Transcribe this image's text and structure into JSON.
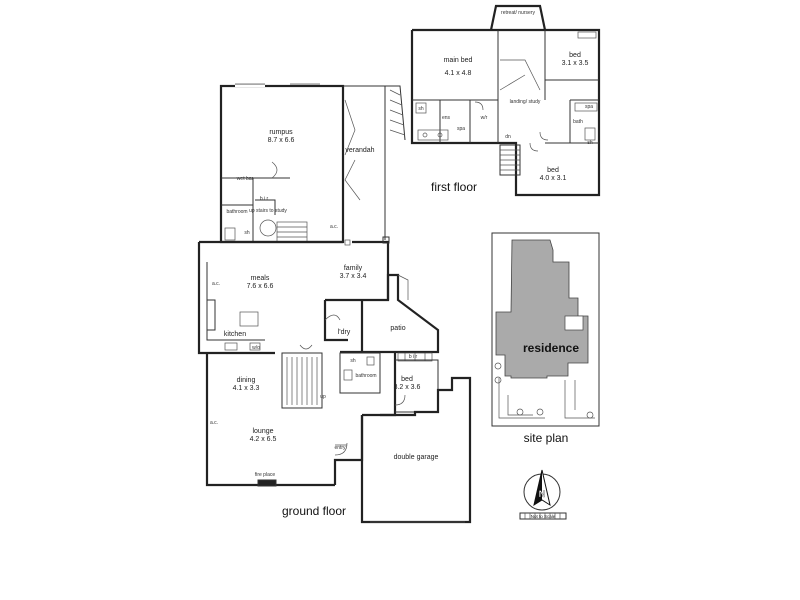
{
  "ground_floor": {
    "caption": "ground floor",
    "rooms": {
      "rumpus": {
        "name": "rumpus",
        "size": "8.7 x 6.6"
      },
      "verandah": {
        "name": "verandah"
      },
      "wet_bar": {
        "name": "wet bar"
      },
      "bathroom_upper": {
        "name": "bathroom"
      },
      "up_stairs": {
        "name": "up stairs to study"
      },
      "meals": {
        "name": "meals",
        "size": "7.6 x 6.6"
      },
      "family": {
        "name": "family",
        "size": "3.7 x 3.4"
      },
      "kitchen": {
        "name": "kitchen"
      },
      "ldry": {
        "name": "l'dry"
      },
      "patio": {
        "name": "patio"
      },
      "bathroom_lower": {
        "name": "bathroom"
      },
      "bed": {
        "name": "bed",
        "size": "3.2 x 3.6"
      },
      "dining": {
        "name": "dining",
        "size": "4.1 x 3.3"
      },
      "lounge": {
        "name": "lounge",
        "size": "4.2 x 6.5"
      },
      "entry": {
        "name": "entry"
      },
      "garage": {
        "name": "double garage"
      },
      "fireplace": {
        "name": "fire place"
      }
    },
    "small_labels": {
      "sh": "sh",
      "up": "up",
      "bir": "b i r",
      "wo": "w/o",
      "ac": "a.c."
    }
  },
  "first_floor": {
    "caption": "first floor",
    "rooms": {
      "retreat": {
        "name": "retreat/ nursery"
      },
      "main_bed": {
        "name": "main bed",
        "size": "4.1 x 4.8"
      },
      "bed_right": {
        "name": "bed",
        "size": "3.1 x 3.5"
      },
      "landing": {
        "name": "landing/ study"
      },
      "bath": {
        "name": "bath"
      },
      "ens": {
        "name": "ens"
      },
      "wir": {
        "name": "w/r"
      },
      "bed_lower": {
        "name": "bed",
        "size": "4.0 x 3.1"
      }
    },
    "small_labels": {
      "sh": "sh",
      "spa": "spa",
      "dn": "dn"
    }
  },
  "site_plan": {
    "caption": "site plan",
    "residence_label": "residence"
  },
  "north_arrow": {
    "letter": "N",
    "scale_text": "Not to Scale"
  }
}
